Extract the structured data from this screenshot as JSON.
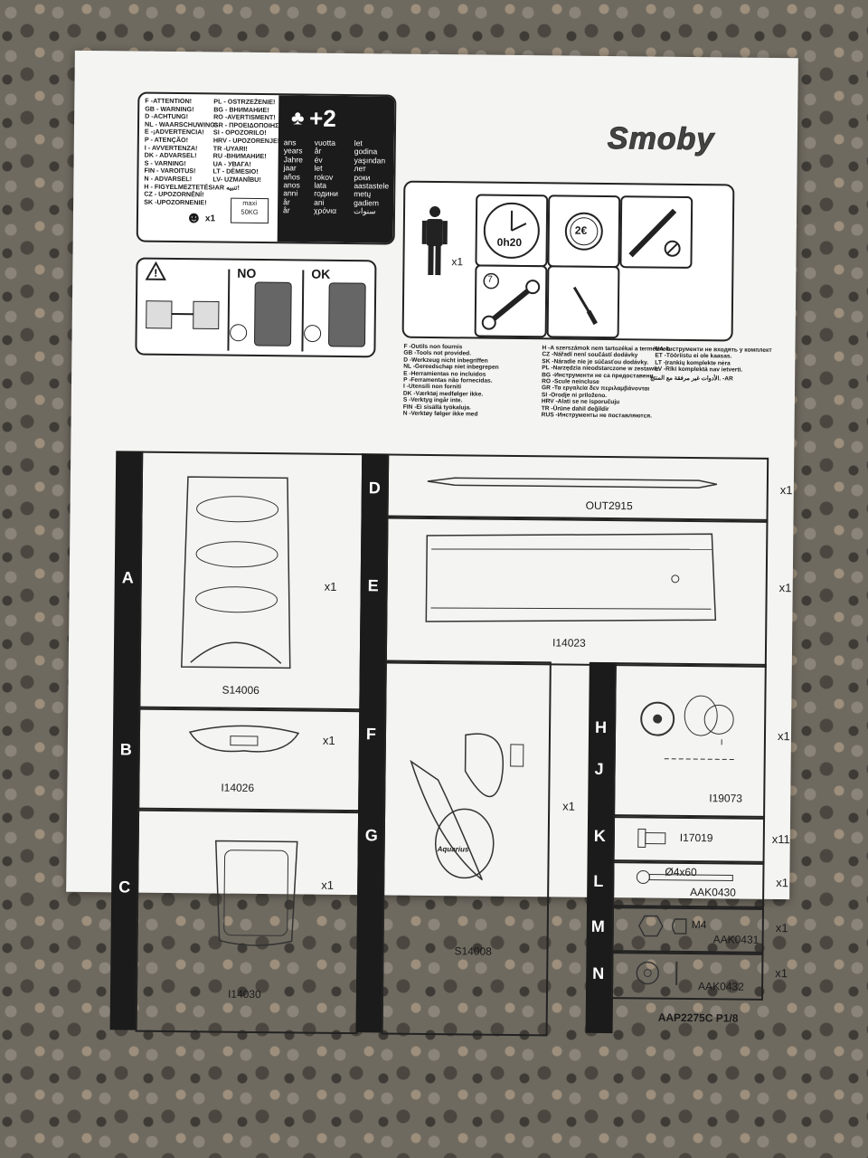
{
  "warnings": {
    "left_lines": [
      "F -ATTENTION!",
      "GB - WARNING!",
      "D -ACHTUNG!",
      "NL - WAARSCHUWING!",
      "E -¡ADVERTENCIA!",
      "P - ATENÇÃO!",
      "I - AVVERTENZA!",
      "DK - ADVARSEL!",
      "S - VARNING!",
      "FIN - VAROITUS!",
      "N - ADVARSEL!",
      "H - FIGYELMEZTETÉS!",
      "CZ - UPOZORNĚNÍ!",
      "SK -UPOZORNENIE!"
    ],
    "right_lines": [
      "PL - OSTRZEŻENIE!",
      "BG - ВНИМАНИЕ!",
      "RO -AVERTISMENT!",
      "GR - ΠΡΟΕΙΔΟΠΟΙΗΣΗ!",
      "SI - OPOZORILO!",
      "HRV - UPOZORENJE!",
      "TR -UYARI!",
      "RU -ВНИМАНИЕ!",
      "UA - УВАГА!",
      "LT - DĖMESIO!",
      "LV- UZMANĪBU!",
      "-AR تنبيه!"
    ],
    "figure_count": "x1",
    "maxi_line1": "maxi",
    "maxi_line2": "50KG",
    "age": "+2",
    "age_col1": [
      "ans",
      "years",
      "Jahre",
      "jaar",
      "años",
      "anos",
      "anni",
      "år",
      "år"
    ],
    "age_col2": [
      "vuotta",
      "år",
      "év",
      "let",
      "rokov",
      "lata",
      "години",
      "ani",
      "χρόνια"
    ],
    "age_col3": [
      "let",
      "godina",
      "yaşından",
      "лет",
      "роки",
      "aastastele",
      "metų",
      "gadiem",
      "سنوات"
    ]
  },
  "brand": "Smoby",
  "tools": {
    "person_count": "x1",
    "time": "0h20",
    "coin": "2€",
    "wrench_number": "7"
  },
  "not_provided": {
    "col1": [
      "F -Outils non fournis",
      "GB -Tools not provided.",
      "D -Werkzeug nicht inbegriffen",
      "NL -Gereedschap niet inbegrepen",
      "E -Herramientas no incluidos",
      "P -Ferramentas não fornecidas.",
      "I -Utensili non forniti",
      "DK -Værktøj medfølger ikke.",
      "S -Verktyg ingår inte.",
      "FIN -Ei sisällä työkaluja.",
      "N -Verktøy følger ikke med"
    ],
    "col2": [
      "H -A szerszámok nem tartozékai a terméknek.",
      "CZ -Nářadí není součástí dodávky",
      "SK -Náradie nie je súčasťou dodávky.",
      "PL -Narzędzia nieodstarczone w zestawie.",
      "BG -Инструменти не са предоставени.",
      "RO -Scule neincluse",
      "GR -Τα εργαλεία δεν περιλαμβάνονται",
      "SI -Orodje ni priloženo.",
      "HRV -Alati se ne isporučuju",
      "TR -Ürüne dahil değildir",
      "RUS -Инструменты не поставляются."
    ],
    "col3": [
      "UA -Інструменти не входять у комплект",
      "ET -Tööriistu ei ole kaasas.",
      "LT -Įrankių komplekte nėra",
      "LV -Rīki komplektā nav ietverti."
    ],
    "ar": "الأدوات غير مرفقة مع المنتج. -AR"
  },
  "safety": {
    "no_label": "NO",
    "ok_label": "OK"
  },
  "parts": {
    "A": {
      "letter": "A",
      "code": "S14006",
      "qty": "x1"
    },
    "B": {
      "letter": "B",
      "code": "I14026",
      "qty": "x1"
    },
    "C": {
      "letter": "C",
      "code": "I14030",
      "qty": "x1"
    },
    "D": {
      "letter": "D",
      "code": "OUT2915",
      "qty": "x1"
    },
    "E": {
      "letter": "E",
      "code": "I14023",
      "qty": "x1"
    },
    "F": {
      "letter": "F"
    },
    "G": {
      "letter": "G",
      "code": "S14008",
      "qty": "x1",
      "sticker": "Aquarius"
    },
    "H": {
      "letter": "H"
    },
    "J": {
      "letter": "J",
      "code": "I19073",
      "qty": "x1",
      "mark": "I"
    },
    "K": {
      "letter": "K",
      "code": "I17019",
      "qty": "x11"
    },
    "L": {
      "letter": "L",
      "size": "Ø4x60",
      "code": "AAK0430",
      "qty": "x1"
    },
    "M": {
      "letter": "M",
      "size": "M4",
      "code": "AAK0431",
      "qty": "x1"
    },
    "N": {
      "letter": "N",
      "code": "AAK0432",
      "qty": "x1"
    }
  },
  "footer": "AAP2275C P1/8"
}
